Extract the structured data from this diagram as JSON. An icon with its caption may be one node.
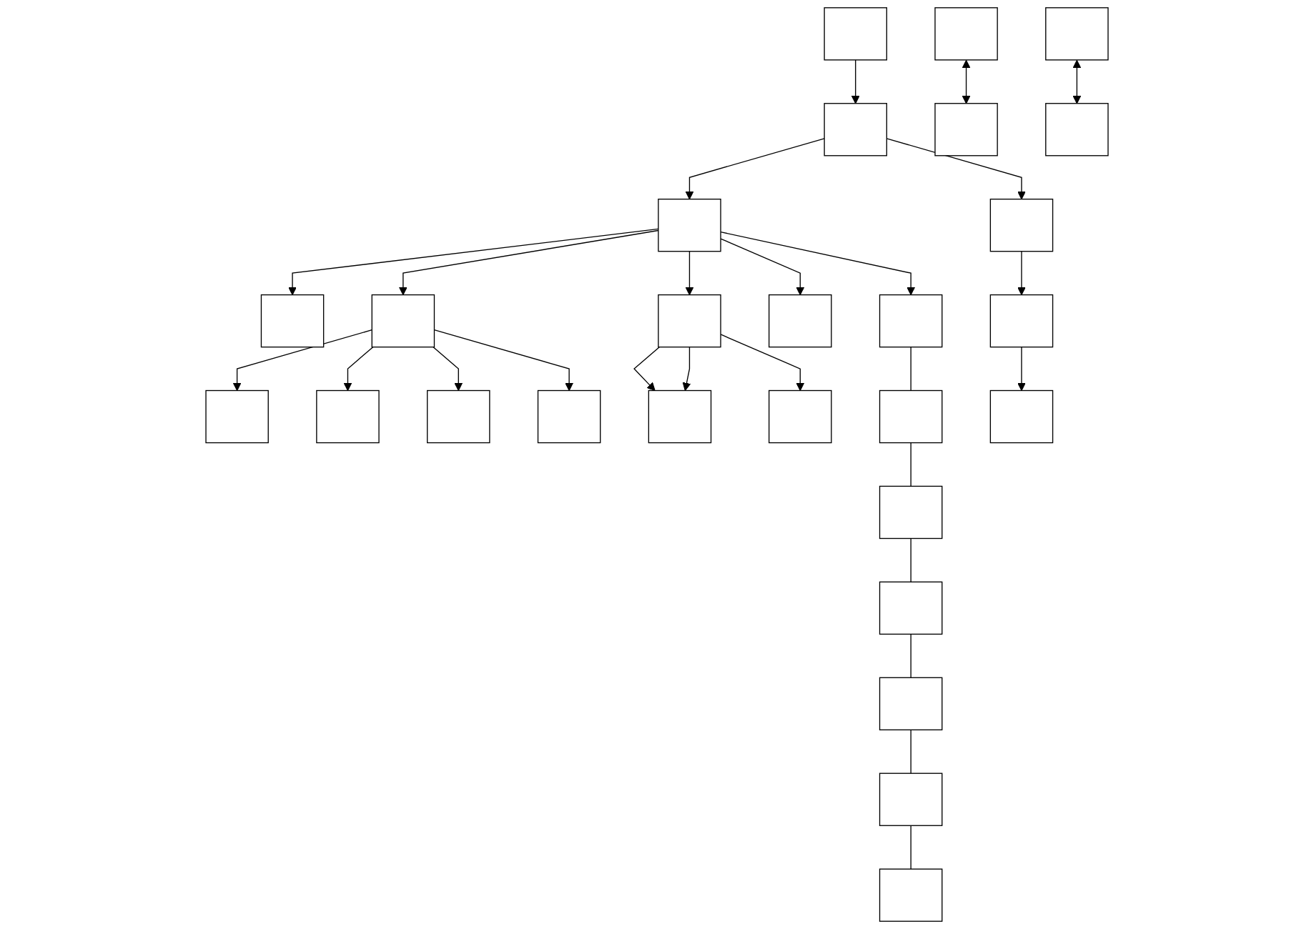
{
  "diagram": {
    "nodes": [
      {
        "text": [],
        "shape": "box"
      },
      {
        "text": [],
        "shape": "box"
      },
      {
        "text": [],
        "shape": "box"
      },
      {
        "text": [],
        "shape": "box"
      },
      {
        "text": [],
        "shape": "box"
      },
      {
        "text": [],
        "shape": "box"
      },
      {
        "text": [],
        "shape": "box"
      },
      {
        "text": [],
        "shape": "box"
      },
      {
        "text": [],
        "shape": "box"
      },
      {
        "text": [],
        "shape": "box"
      },
      {
        "text": [],
        "shape": "box"
      },
      {
        "text": [],
        "shape": "box"
      },
      {
        "text": [],
        "shape": "box"
      },
      {
        "text": [],
        "shape": "box"
      },
      {
        "text": [],
        "shape": "box"
      },
      {
        "text": [],
        "shape": "box"
      },
      {
        "text": [],
        "shape": "box"
      },
      {
        "text": [],
        "shape": "box"
      },
      {
        "text": [],
        "shape": "box"
      },
      {
        "text": [],
        "shape": "box"
      },
      {
        "text": [],
        "shape": "box"
      },
      {
        "text": [],
        "shape": "box"
      },
      {
        "text": [],
        "shape": "box"
      },
      {
        "text": [],
        "shape": "box"
      },
      {
        "text": [],
        "shape": "box"
      },
      {
        "text": [],
        "shape": "box"
      },
      {
        "text": [],
        "shape": "box"
      }
    ],
    "edges": [
      {
        "from": 0,
        "to": 1,
        "arrow": "to"
      },
      {
        "from": 1,
        "to": 2,
        "arrow": "to"
      },
      {
        "from": 1,
        "to": 3,
        "arrow": "to"
      },
      {
        "from": 2,
        "to": 4,
        "arrow": "to"
      },
      {
        "from": 3,
        "to": 5,
        "arrow": "to"
      },
      {
        "from": 5,
        "to": 6,
        "arrow": "to"
      },
      {
        "from": 7,
        "to": 8,
        "arrow": "both"
      },
      {
        "from": 9,
        "to": 10,
        "arrow": "both"
      },
      {
        "from": 2,
        "to": 11,
        "arrow": "to"
      },
      {
        "from": 2,
        "to": 12,
        "arrow": "to"
      },
      {
        "from": 11,
        "to": 13,
        "arrow": "to"
      },
      {
        "from": 11,
        "to": 15,
        "arrow": "to"
      },
      {
        "from": 11,
        "to": 16,
        "arrow": "to"
      },
      {
        "from": 11,
        "to": 18,
        "arrow": "to"
      },
      {
        "from": 12,
        "to": 14,
        "arrow": "to"
      },
      {
        "from": 12,
        "to": 14,
        "arrow": "to"
      },
      {
        "from": 12,
        "to": 17,
        "arrow": "to"
      },
      {
        "from": 2,
        "to": 19,
        "arrow": "to"
      },
      {
        "from": 2,
        "to": 20,
        "arrow": "to"
      },
      {
        "from": 20,
        "to": 21,
        "arrow": "none"
      },
      {
        "from": 21,
        "to": 22,
        "arrow": "none"
      },
      {
        "from": 22,
        "to": 23,
        "arrow": "none"
      },
      {
        "from": 23,
        "to": 24,
        "arrow": "none"
      },
      {
        "from": 24,
        "to": 25,
        "arrow": "none"
      },
      {
        "from": 25,
        "to": 26,
        "arrow": "none"
      }
    ]
  }
}
